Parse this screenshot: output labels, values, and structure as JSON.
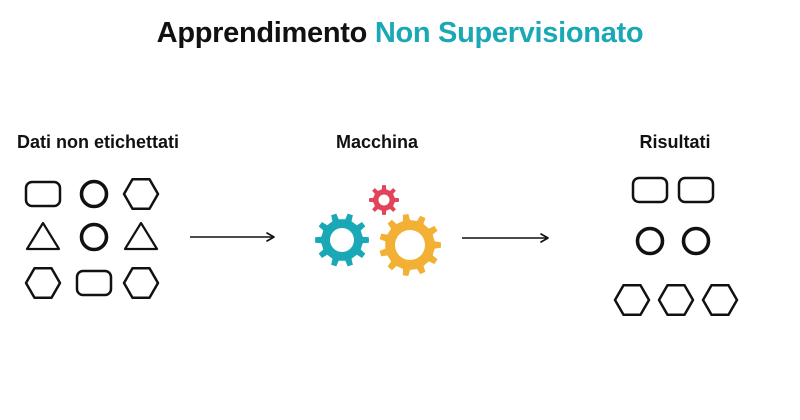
{
  "title": {
    "prefix": "Apprendimento ",
    "accent": "Non Supervisionato"
  },
  "columns": {
    "input": {
      "label": "Dati non etichettati"
    },
    "machine": {
      "label": "Macchina"
    },
    "output": {
      "label": "Risultati"
    }
  },
  "colors": {
    "accent": "#1ba8b6",
    "gear_small": "#e0435a",
    "gear_left": "#1ba8b6",
    "gear_right": "#f2b134",
    "shape_stroke": "#111111"
  },
  "shapes": {
    "input_grid": [
      [
        "rounded-rect",
        "circle",
        "hexagon"
      ],
      [
        "triangle",
        "circle",
        "triangle"
      ],
      [
        "hexagon",
        "rounded-rect",
        "hexagon"
      ]
    ],
    "output_groups": [
      [
        "rounded-rect",
        "rounded-rect"
      ],
      [
        "circle",
        "circle"
      ],
      [
        "hexagon",
        "hexagon",
        "hexagon"
      ]
    ]
  }
}
